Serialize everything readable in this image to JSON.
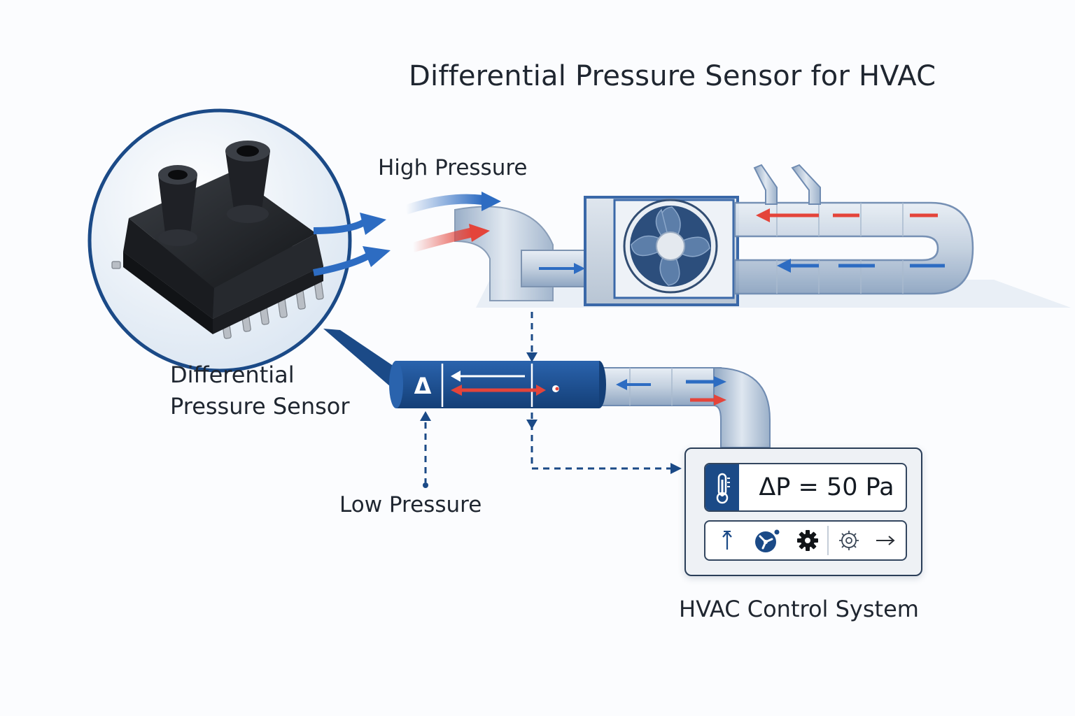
{
  "title": "Differential Pressure Sensor for HVAC",
  "labels": {
    "high_pressure": "High Pressure",
    "low_pressure": "Low Pressure",
    "sensor_line1": "Differential",
    "sensor_line2": "Pressure Sensor",
    "control_system": "HVAC Control System"
  },
  "inline_sensor": {
    "symbol": "Δ"
  },
  "control_panel": {
    "readout": "ΔP = 50 Pa",
    "readout_icon": "thermometer-icon",
    "controls": [
      "arrow-up-icon",
      "fan-icon",
      "gear-filled-icon",
      "gear-outline-icon",
      "arrow-right-icon"
    ]
  },
  "colors": {
    "primary_blue": "#1b4a87",
    "flow_blue": "#2d6cc2",
    "flow_red": "#e4443a",
    "duct_gray": "#c8d2de",
    "text": "#1f2630"
  }
}
